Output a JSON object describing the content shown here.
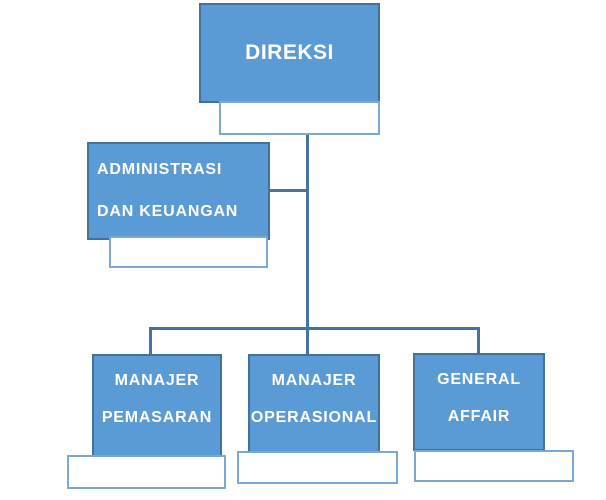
{
  "org_chart": {
    "type": "organization-hierarchy-diagram",
    "colors": {
      "node_fill": "#5b9bd5",
      "node_border": "#41719c",
      "placeholder_border": "#7aa7d4",
      "connector": "#45729f",
      "label_text": "#ffffff",
      "background": "#ffffff"
    },
    "nodes": [
      {
        "id": "direksi",
        "lines": [
          "DIREKSI"
        ],
        "placeholder": ""
      },
      {
        "id": "administrasi",
        "lines": [
          "ADMINISTRASI",
          "DAN KEUANGAN"
        ],
        "placeholder": ""
      },
      {
        "id": "manajer-pemasaran",
        "lines": [
          "MANAJER",
          "PEMASARAN"
        ],
        "placeholder": ""
      },
      {
        "id": "manajer-operasional",
        "lines": [
          "MANAJER",
          "OPERASIONAL"
        ],
        "placeholder": ""
      },
      {
        "id": "general-affair",
        "lines": [
          "GENERAL",
          "AFFAIR"
        ],
        "placeholder": ""
      }
    ],
    "edges": [
      {
        "from": "direksi",
        "to": "administrasi"
      },
      {
        "from": "direksi",
        "to": "manajer-pemasaran"
      },
      {
        "from": "direksi",
        "to": "manajer-operasional"
      },
      {
        "from": "direksi",
        "to": "general-affair"
      }
    ]
  }
}
